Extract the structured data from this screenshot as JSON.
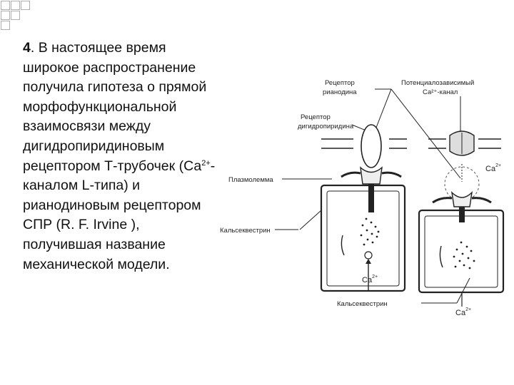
{
  "slide": {
    "number": "4",
    "text_a": ". В настоящее время широкое распространение получила гипотеза о прямой морфофункциональной взаимосвязи между дигидропиридиновым рецептором Т-трубочек (Са",
    "superscript": "2+",
    "text_b": "-каналом L-типа) и рианодиновым рецептором СПР (R. F. Irvine ), получившая название механической модели."
  },
  "diagram": {
    "labels": {
      "ryanodine_receptor": [
        "Рецептор",
        "рианодина"
      ],
      "voltage_channel": [
        "Потенциалозависимый",
        "Са²⁺-канал"
      ],
      "dhp_receptor": [
        "Рецептор",
        "дигидропиридина"
      ],
      "plasmalemma": "Плазмолемма",
      "calsequestrin_left": "Кальсеквестрин",
      "calsequestrin_bottom": "Кальсеквестрин",
      "ca_right": "Ca",
      "ca_right_sup": "2+",
      "ca_bottom_left": "Ca",
      "ca_bottom_left_sup": "2+",
      "ca_bottom_right": "Ca",
      "ca_bottom_right_sup": "2+"
    }
  },
  "colors": {
    "square_fill": "#ffffff",
    "square_border": "#b0b0b0",
    "text": "#111111",
    "line": "#222222"
  }
}
